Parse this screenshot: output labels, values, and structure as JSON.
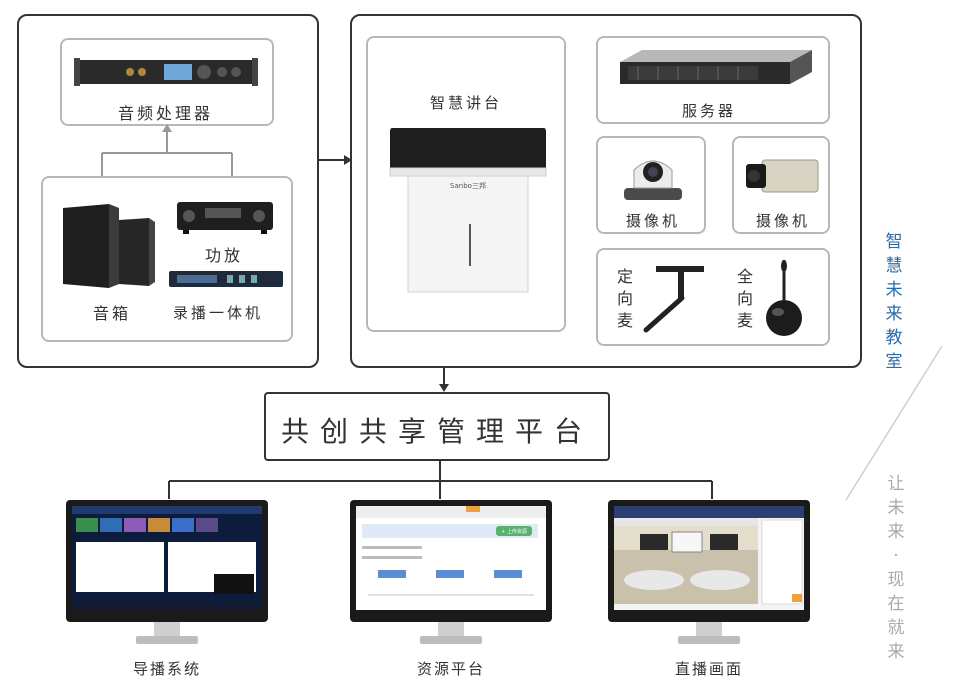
{
  "left_group": {
    "audio_processor": "音频处理器",
    "speaker": "音箱",
    "amplifier": "功放",
    "recorder": "录播一体机"
  },
  "right_group": {
    "podium": "智慧讲台",
    "podium_brand": "Sanbo三邦",
    "server": "服务器",
    "camera_1": "摄像机",
    "camera_2": "摄像机",
    "fixed_mic": [
      "定",
      "向",
      "麦"
    ],
    "omni_mic": [
      "全",
      "向",
      "麦"
    ]
  },
  "platform": "共创共享管理平台",
  "monitors": [
    "导播系统",
    "资源平台",
    "直播画面"
  ],
  "resource_screen_btn": "+ 上传资源",
  "side_blue": [
    "智",
    "慧",
    "未",
    "来",
    "教",
    "室"
  ],
  "side_gray": [
    "让",
    "未",
    "来",
    "·",
    "现",
    "在",
    "就",
    "来"
  ],
  "colors": {
    "accent_blue": "#2b6ca8",
    "side_gray": "#a9a9a9",
    "border": "#333333",
    "sub_border": "#b8b8b8"
  }
}
